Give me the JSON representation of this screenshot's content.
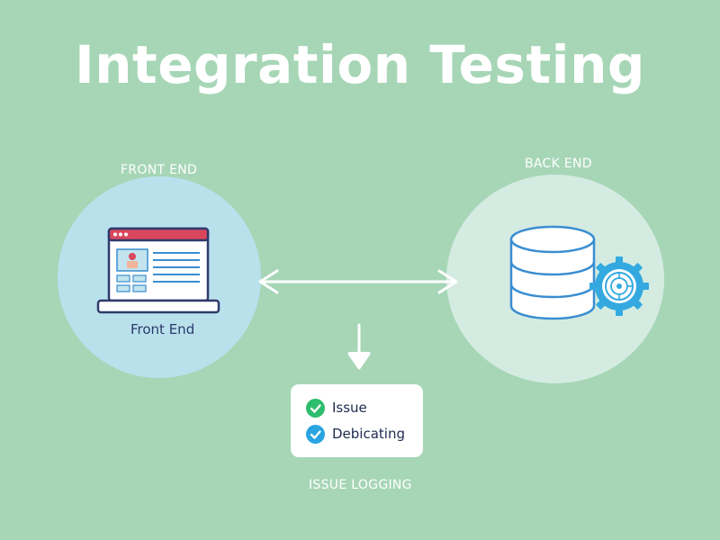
{
  "title": "Integration Testing",
  "front": {
    "caption": "FRONT END",
    "label": "Front End",
    "icon": "laptop-window-icon"
  },
  "back": {
    "caption": "BACK END",
    "icon": "database-gear-icon"
  },
  "issues": {
    "caption": "ISSUE LOGGING",
    "items": [
      {
        "text": "Issue",
        "color": "#2ebd6d",
        "icon": "check-circle-icon"
      },
      {
        "text": "Debicating",
        "color": "#29a4e0",
        "icon": "check-circle-icon"
      }
    ]
  },
  "colors": {
    "background": "#a6d6b6",
    "front_circle": "#b9e1ec",
    "back_circle": "#d4ebe2",
    "accent_red": "#d9475c",
    "outline_blue": "#3a8ed1",
    "gear_blue": "#33a9e0"
  }
}
